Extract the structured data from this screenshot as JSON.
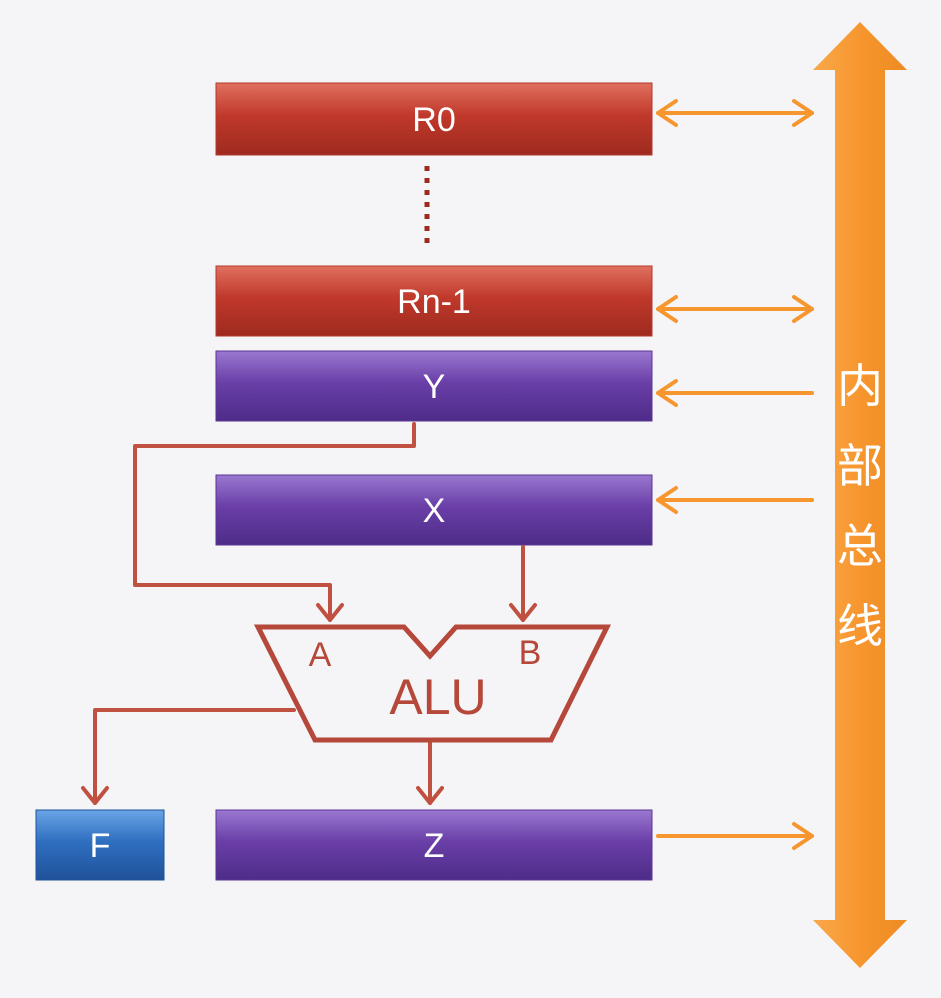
{
  "registers": {
    "r0": "R0",
    "rn1": "Rn-1",
    "y": "Y",
    "x": "X",
    "z": "Z",
    "f": "F"
  },
  "alu": {
    "label": "ALU",
    "input_a": "A",
    "input_b": "B"
  },
  "bus": {
    "chars": [
      "内",
      "部",
      "总",
      "线"
    ]
  },
  "colors": {
    "red_register": "#c0392b",
    "purple_register": "#6a3fa8",
    "blue_register": "#2f6fc0",
    "bus": "#f7962e",
    "wire": "#c0503f"
  }
}
